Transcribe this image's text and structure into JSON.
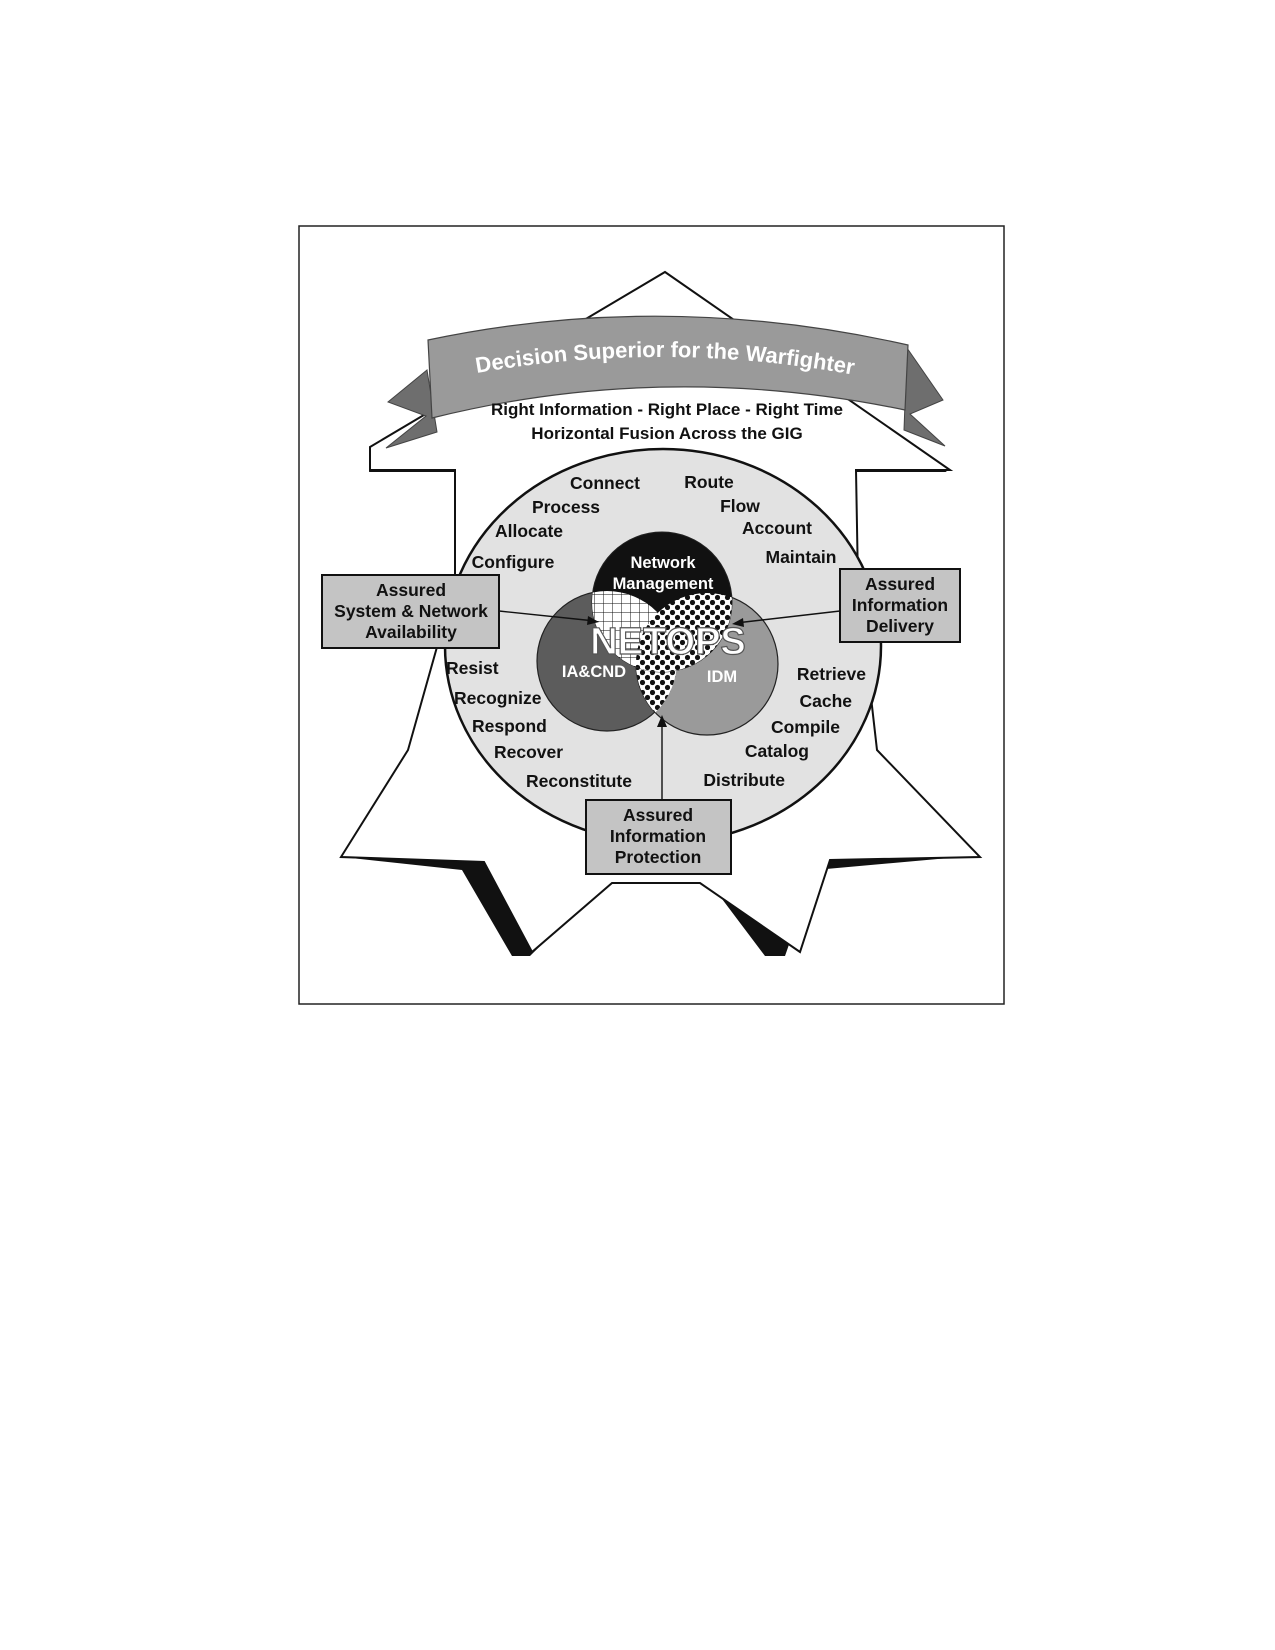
{
  "banner": {
    "title": "Decision Superior for the Warfighter"
  },
  "subtitle": {
    "line1": "Right Information - Right Place - Right Time",
    "line2": "Horizontal Fusion Across the GIG"
  },
  "center": {
    "title": "NETOPS",
    "network_management": [
      "Network",
      "Management"
    ],
    "iacnd": "IA&CND",
    "idm": "IDM"
  },
  "verbs": {
    "network_management": [
      "Connect",
      "Process",
      "Allocate",
      "Configure",
      "Route",
      "Flow",
      "Account",
      "Maintain"
    ],
    "iacnd": [
      "Resist",
      "Recognize",
      "Respond",
      "Recover",
      "Reconstitute"
    ],
    "idm": [
      "Retrieve",
      "Cache",
      "Compile",
      "Catalog",
      "Distribute"
    ]
  },
  "boxes": {
    "availability": [
      "Assured",
      "System & Network",
      "Availability"
    ],
    "delivery": [
      "Assured",
      "Information",
      "Delivery"
    ],
    "protection": [
      "Assured",
      "Information",
      "Protection"
    ]
  },
  "colors": {
    "ellipse_fill": "#e2e2e2",
    "banner_fill": "#9a9a9a",
    "box_fill": "#c4c4c4",
    "network_management_fill": "#111111",
    "iacnd_fill": "#5c5c5c",
    "idm_fill": "#9a9a9a"
  }
}
